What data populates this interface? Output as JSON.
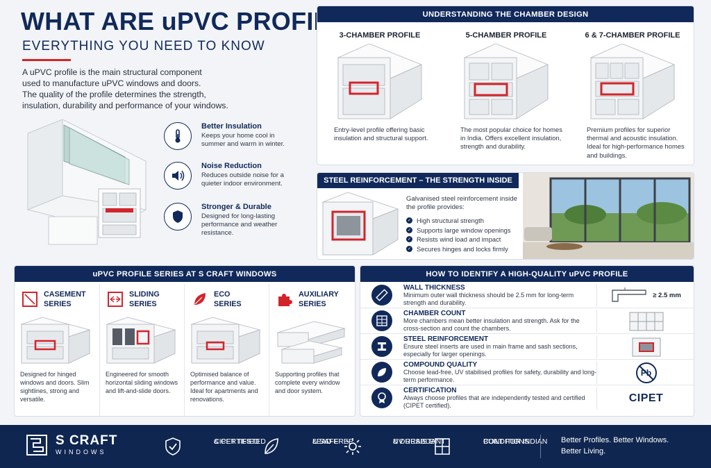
{
  "hero": {
    "title": "WHAT ARE uPVC PROFILES?",
    "subtitle": "EVERYTHING YOU NEED TO KNOW",
    "intro_line1": "A uPVC profile is the main structural component",
    "intro_line2": "used to manufacture uPVC windows and doors.",
    "intro_line3": "The quality of the profile determines the strength,",
    "intro_line4": "insulation, durability and performance of your windows.",
    "benefits": [
      {
        "title": "Better Insulation",
        "desc": "Keeps your home cool in summer and warm in winter.",
        "icon": "thermometer-icon"
      },
      {
        "title": "Noise Reduction",
        "desc": "Reduces outside noise for a quieter indoor environment.",
        "icon": "speaker-icon"
      },
      {
        "title": "Stronger & Durable",
        "desc": "Designed for long-lasting performance and weather resistance.",
        "icon": "shield-icon"
      }
    ]
  },
  "chambers": {
    "heading": "UNDERSTANDING THE CHAMBER DESIGN",
    "items": [
      {
        "title": "3-CHAMBER PROFILE",
        "desc": "Entry-level profile offering basic insulation and structural support."
      },
      {
        "title": "5-CHAMBER PROFILE",
        "desc": "The most popular choice for homes in India. Offers excellent insulation, strength and durability."
      },
      {
        "title": "6 & 7-CHAMBER PROFILE",
        "desc": "Premium profiles for superior thermal and acoustic insulation. Ideal for high-performance homes and buildings."
      }
    ]
  },
  "steel": {
    "heading": "STEEL REINFORCEMENT – THE STRENGTH INSIDE",
    "intro": "Galvanised steel reinforcement inside the profile provides:",
    "points": [
      "High structural strength",
      "Supports large window openings",
      "Resists wind load and impact",
      "Secures hinges and locks firmly"
    ]
  },
  "series": {
    "heading": "uPVC PROFILE SERIES AT S CRAFT WINDOWS",
    "items": [
      {
        "name1": "CASEMENT",
        "name2": "SERIES",
        "icon": "casement-icon",
        "desc": "Designed for hinged windows and doors. Slim sightlines, strong and versatile."
      },
      {
        "name1": "SLIDING",
        "name2": "SERIES",
        "icon": "sliding-arrows-icon",
        "desc": "Engineered for smooth horizontal sliding windows and lift-and-slide doors."
      },
      {
        "name1": "ECO",
        "name2": "SERIES",
        "icon": "leaf-icon",
        "desc": "Optimised balance of performance and value. Ideal for apartments and renovations."
      },
      {
        "name1": "AUXILIARY",
        "name2": "SERIES",
        "icon": "puzzle-icon",
        "desc": "Supporting profiles that complete every window and door system."
      }
    ]
  },
  "identify": {
    "heading": "HOW TO IDENTIFY A HIGH-QUALITY uPVC PROFILE",
    "items": [
      {
        "title": "WALL THICKNESS",
        "desc": "Minimum outer wall thickness should be 2.5 mm for long-term strength and durability.",
        "icon": "ruler-icon",
        "visual": "≥ 2.5 mm"
      },
      {
        "title": "CHAMBER COUNT",
        "desc": "More chambers mean better insulation and strength. Ask for the cross-section and count the chambers.",
        "icon": "grid-icon"
      },
      {
        "title": "STEEL REINFORCEMENT",
        "desc": "Ensure steel inserts are used in main frame and sash sections, especially for larger openings.",
        "icon": "beam-icon"
      },
      {
        "title": "COMPOUND QUALITY",
        "desc": "Choose lead-free, UV stabilised profiles for safety, durability and long-term performance.",
        "icon": "leaf-icon",
        "visual": "Pb"
      },
      {
        "title": "CERTIFICATION",
        "desc": "Always choose profiles that are independently tested and certified (CIPET certified).",
        "icon": "award-icon",
        "visual": "CIPET"
      }
    ]
  },
  "footer": {
    "brand": "S CRAFT",
    "brand_tag": "WINDOWS",
    "items": [
      {
        "line1": "CIPET TESTED",
        "line2": "& CERTIFIED",
        "icon": "shield-check-icon"
      },
      {
        "line1": "LEAD-FREE",
        "line2": "& SAFE",
        "icon": "leaf-icon"
      },
      {
        "line1": "UV RESISTANT",
        "line2": "& DURABLE",
        "icon": "sun-icon"
      },
      {
        "line1": "BUILT FOR INDIAN",
        "line2": "CONDITIONS",
        "icon": "window-icon"
      }
    ],
    "tagline1": "Better Profiles. Better Windows.",
    "tagline2": "Better Living."
  },
  "colors": {
    "navy": "#11295a",
    "accent": "#d3242b",
    "footer": "#0f2650"
  }
}
